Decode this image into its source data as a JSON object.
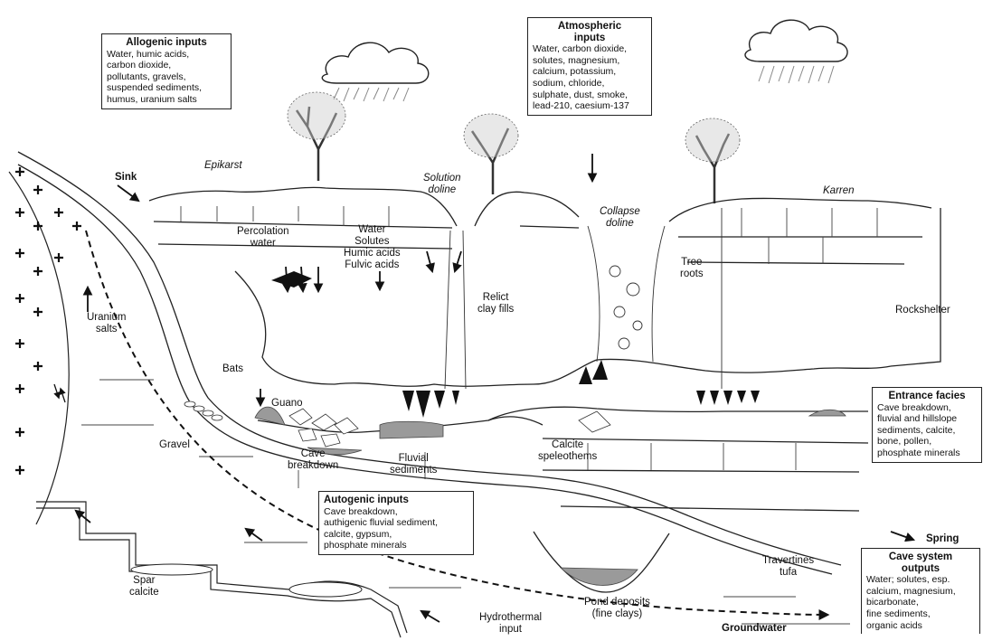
{
  "boxes": {
    "allogenic": {
      "title": "Allogenic inputs",
      "body": "Water, humic acids,\ncarbon dioxide,\npollutants, gravels,\nsuspended sediments,\nhumus, uranium salts"
    },
    "atmospheric": {
      "title": "Atmospheric\ninputs",
      "body": "Water, carbon dioxide,\nsolutes, magnesium,\ncalcium, potassium,\nsodium, chloride,\nsulphate, dust, smoke,\nlead-210, caesium-137"
    },
    "entrance": {
      "title": "Entrance facies",
      "body": "Cave breakdown,\nfluvial and hillslope\nsediments, calcite,\nbone, pollen,\nphosphate minerals"
    },
    "autogenic": {
      "title": "Autogenic inputs",
      "body": "Cave breakdown,\nauthigenic fluvial sediment,\ncalcite, gypsum,\nphosphate minerals"
    },
    "outputs": {
      "title": "Cave system\noutputs",
      "body": "Water; solutes, esp.\ncalcium, magnesium,\nbicarbonate,\nfine sediments,\norganic acids"
    }
  },
  "labels": {
    "epikarst": "Epikarst",
    "sink": "Sink",
    "solution_doline": "Solution\ndoline",
    "collapse_doline": "Collapse\ndoline",
    "karren": "Karren",
    "percolation": "Percolation\nwater",
    "water_solutes": "Water\nSolutes\nHumic acids\nFulvic acids",
    "relict_clay": "Relict\nclay fills",
    "tree_roots": "Tree\nroots",
    "rockshelter": "Rockshelter",
    "uranium_salts": "Uranium\nsalts",
    "bats": "Bats",
    "guano": "Guano",
    "gravel": "Gravel",
    "cave_breakdown": "Cave\nbreakdown",
    "fluvial_sediments": "Fluvial\nsediments",
    "calcite_speleothems": "Calcite\nspeleothems",
    "spring": "Spring",
    "travertines_tufa": "Travertines\ntufa",
    "pond_deposits": "Pond deposits\n(fine clays)",
    "spar_calcite": "Spar\ncalcite",
    "hydrothermal_input": "Hydrothermal\ninput",
    "groundwater": "Groundwater"
  },
  "colors": {
    "ink": "#111111",
    "sediment": "#9a9a9a",
    "rain": "#888888"
  }
}
